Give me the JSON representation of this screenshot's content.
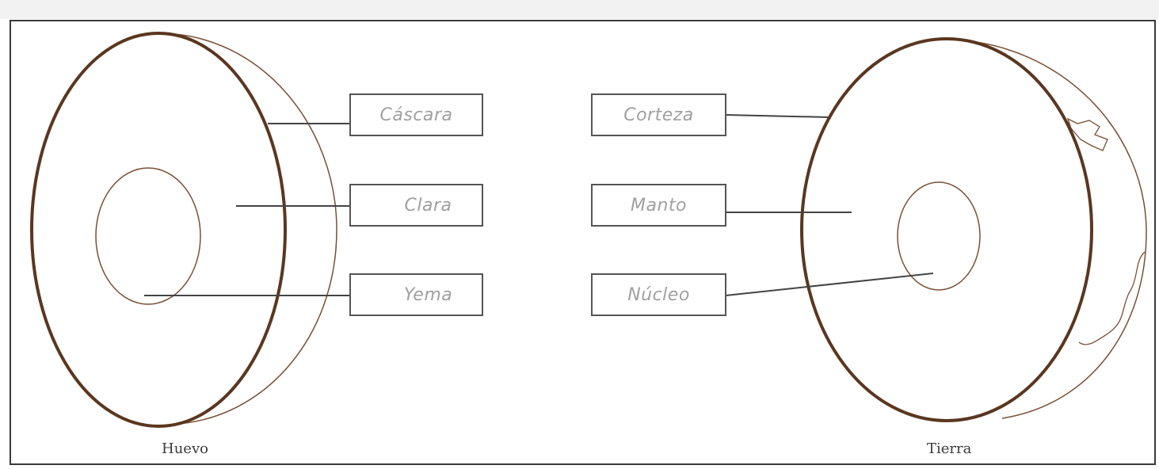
{
  "colors": {
    "outline": "#5a3720",
    "thin_outline": "#7a4f36",
    "leader_line": "#444444",
    "box_border": "#555555",
    "label_text": "#a0a0a0"
  },
  "egg": {
    "caption": "Huevo",
    "labels": [
      "Cáscara",
      "Clara",
      "Yema"
    ]
  },
  "earth": {
    "caption": "Tierra",
    "labels": [
      "Corteza",
      "Manto",
      "Núcleo"
    ]
  }
}
